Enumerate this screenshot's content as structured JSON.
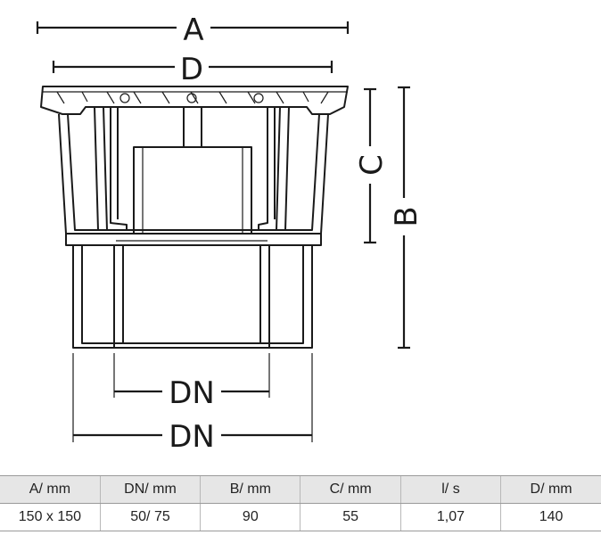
{
  "dimensions": {
    "a": "A",
    "d": "D",
    "c": "C",
    "b": "B",
    "dn_inner": "DN",
    "dn_outer": "DN"
  },
  "table": {
    "headers": [
      "A/ mm",
      "DN/ mm",
      "B/ mm",
      "C/ mm",
      "l/ s",
      "D/ mm"
    ],
    "rows": [
      [
        "150 x 150",
        "50/ 75",
        "90",
        "55",
        "1,07",
        "140"
      ]
    ]
  }
}
